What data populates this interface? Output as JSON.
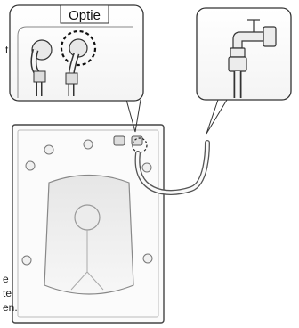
{
  "option_label": "Optie",
  "left_text_fragments": [
    "t"
  ],
  "bottom_text_fragments": [
    "e",
    "te",
    "en."
  ]
}
